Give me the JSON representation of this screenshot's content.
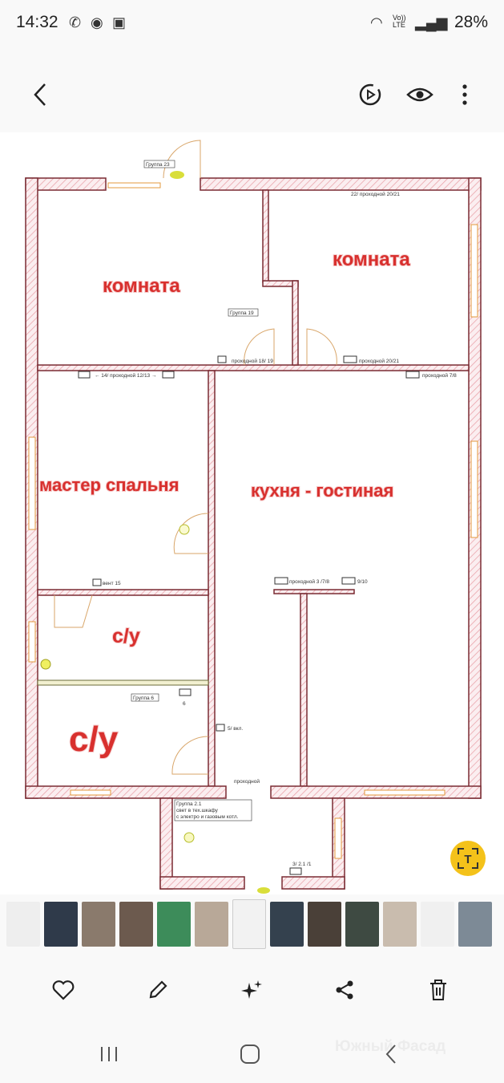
{
  "status_bar": {
    "time": "14:32",
    "network": "Vo)) LTE",
    "battery": "28%"
  },
  "plan": {
    "rooms": [
      "комната",
      "комната",
      "мастер спальня",
      "кухня - гостиная",
      "с/у",
      "с/у"
    ],
    "annotations": {
      "group23": "Группа 23",
      "group19": "Группа 19",
      "group6": "Группа 6",
      "group21_l1": "Группа 2.1",
      "group21_l2": "свет в тех.шкафу",
      "group21_l3": "с электро и газовым котл.",
      "sw22": "22/ проходной 20/21",
      "sw1819": "проходной 18/ 19",
      "sw2021": "проходной 20/21",
      "sw78": "проходной 7/8",
      "sw1213": "← 14/ проходной 12/13 →",
      "vent15": "вент 15",
      "sw378": "проходной 3 /7/8",
      "sw910": "9/10",
      "sw5": "5/ вкл.",
      "sw_corr": "проходной",
      "sw31": "3/ 2.1 /1",
      "n6": "6"
    }
  },
  "thumbnails": {
    "colors": [
      "#eeeeee",
      "#2f3a4a",
      "#8a7a6c",
      "#6c5a4e",
      "#3d8c5a",
      "#b8a898",
      "#f2f2f2",
      "#34414e",
      "#4a4038",
      "#3e4a42",
      "#c9bcae",
      "#f0f0f0",
      "#7d8a96"
    ],
    "selected_index": 6
  },
  "watermark": "Южный Фасад",
  "colors": {
    "wall": "#7a2b33",
    "hatch": "#e9a1a8",
    "room_label": "#d8302e",
    "fab": "#f4c21a"
  }
}
